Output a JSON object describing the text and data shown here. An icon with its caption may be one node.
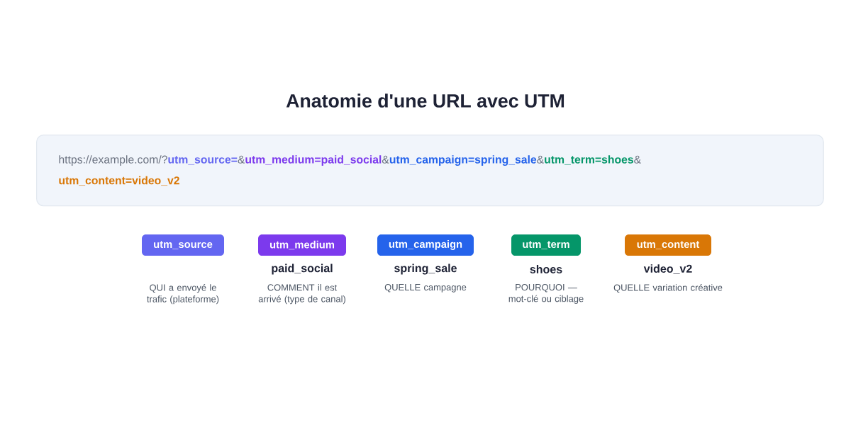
{
  "diagram": {
    "title": "Anatomie d'une URL avec UTM",
    "nodes": [
      {
        "text": [
          "https://example.com/?",
          "utm_source=",
          "&",
          "utm_medium=paid_social",
          "&",
          "utm_campaign=spring_sale",
          "&",
          "utm_term=shoes",
          "&",
          "utm_content=video_v2"
        ]
      },
      {
        "text": [
          "utm_source"
        ],
        "beside": [
          "QUI a envoyé le trafic (plateforme)"
        ]
      },
      {
        "text": [
          "utm_medium"
        ],
        "beside": [
          "paid_social",
          "COMMENT il est arrivé (type de canal)"
        ]
      },
      {
        "text": [
          "utm_campaign"
        ],
        "beside": [
          "spring_sale",
          "QUELLE campagne"
        ]
      },
      {
        "text": [
          "utm_term"
        ],
        "beside": [
          "shoes",
          "POURQUOI — mot-clé ou ciblage"
        ]
      },
      {
        "text": [
          "utm_content"
        ],
        "beside": [
          "video_v2",
          "QUELLE variation créative"
        ]
      }
    ],
    "edges": []
  }
}
